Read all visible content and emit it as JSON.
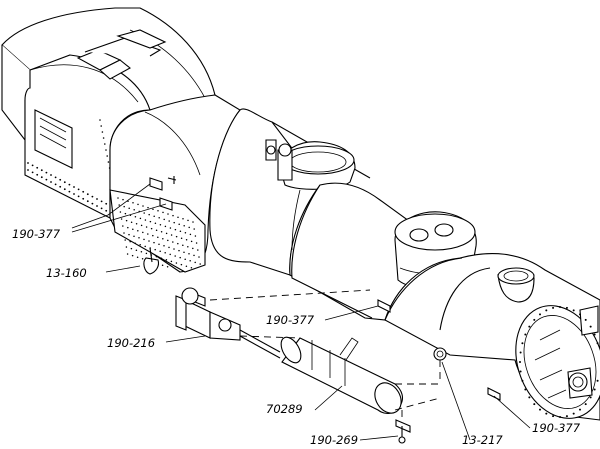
{
  "callouts": [
    {
      "id": "c1",
      "label": "190-377"
    },
    {
      "id": "c2",
      "label": "13-160"
    },
    {
      "id": "c3",
      "label": "190-216"
    },
    {
      "id": "c4",
      "label": "190-377"
    },
    {
      "id": "c5",
      "label": "70289"
    },
    {
      "id": "c6",
      "label": "190-269"
    },
    {
      "id": "c7",
      "label": "13-217"
    },
    {
      "id": "c8",
      "label": "190-377"
    }
  ]
}
